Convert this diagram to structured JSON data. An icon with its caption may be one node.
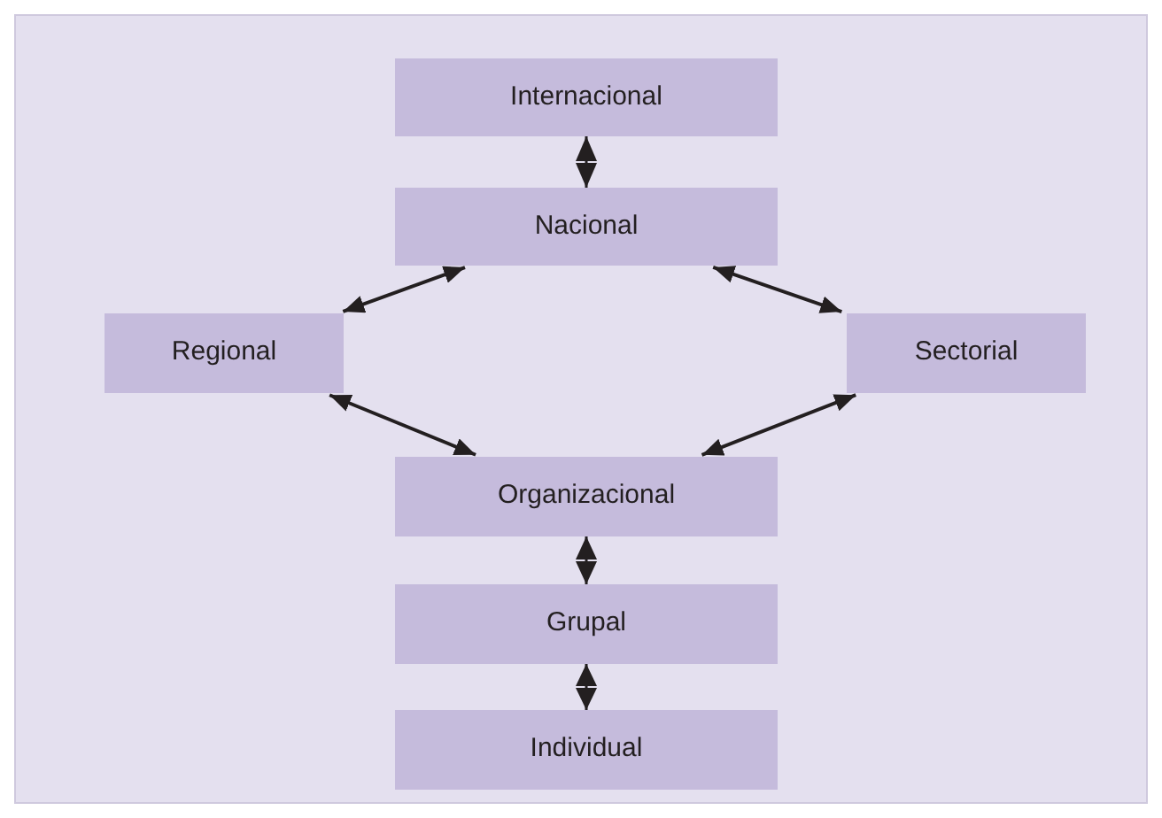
{
  "diagram": {
    "nodes": [
      {
        "text": [
          "Internacional"
        ]
      },
      {
        "text": [
          "Nacional"
        ]
      },
      {
        "text": [
          "Regional"
        ]
      },
      {
        "text": [
          "Sectorial"
        ]
      },
      {
        "text": [
          "Organizacional"
        ]
      },
      {
        "text": [
          "Grupal"
        ]
      },
      {
        "text": [
          "Individual"
        ]
      }
    ],
    "edges": [
      {
        "from": 0,
        "to": 1,
        "arrow": "both"
      },
      {
        "from": 1,
        "to": 2,
        "arrow": "both"
      },
      {
        "from": 1,
        "to": 3,
        "arrow": "both"
      },
      {
        "from": 2,
        "to": 4,
        "arrow": "both"
      },
      {
        "from": 3,
        "to": 4,
        "arrow": "both"
      },
      {
        "from": 4,
        "to": 5,
        "arrow": "both"
      },
      {
        "from": 5,
        "to": 6,
        "arrow": "both"
      }
    ]
  }
}
